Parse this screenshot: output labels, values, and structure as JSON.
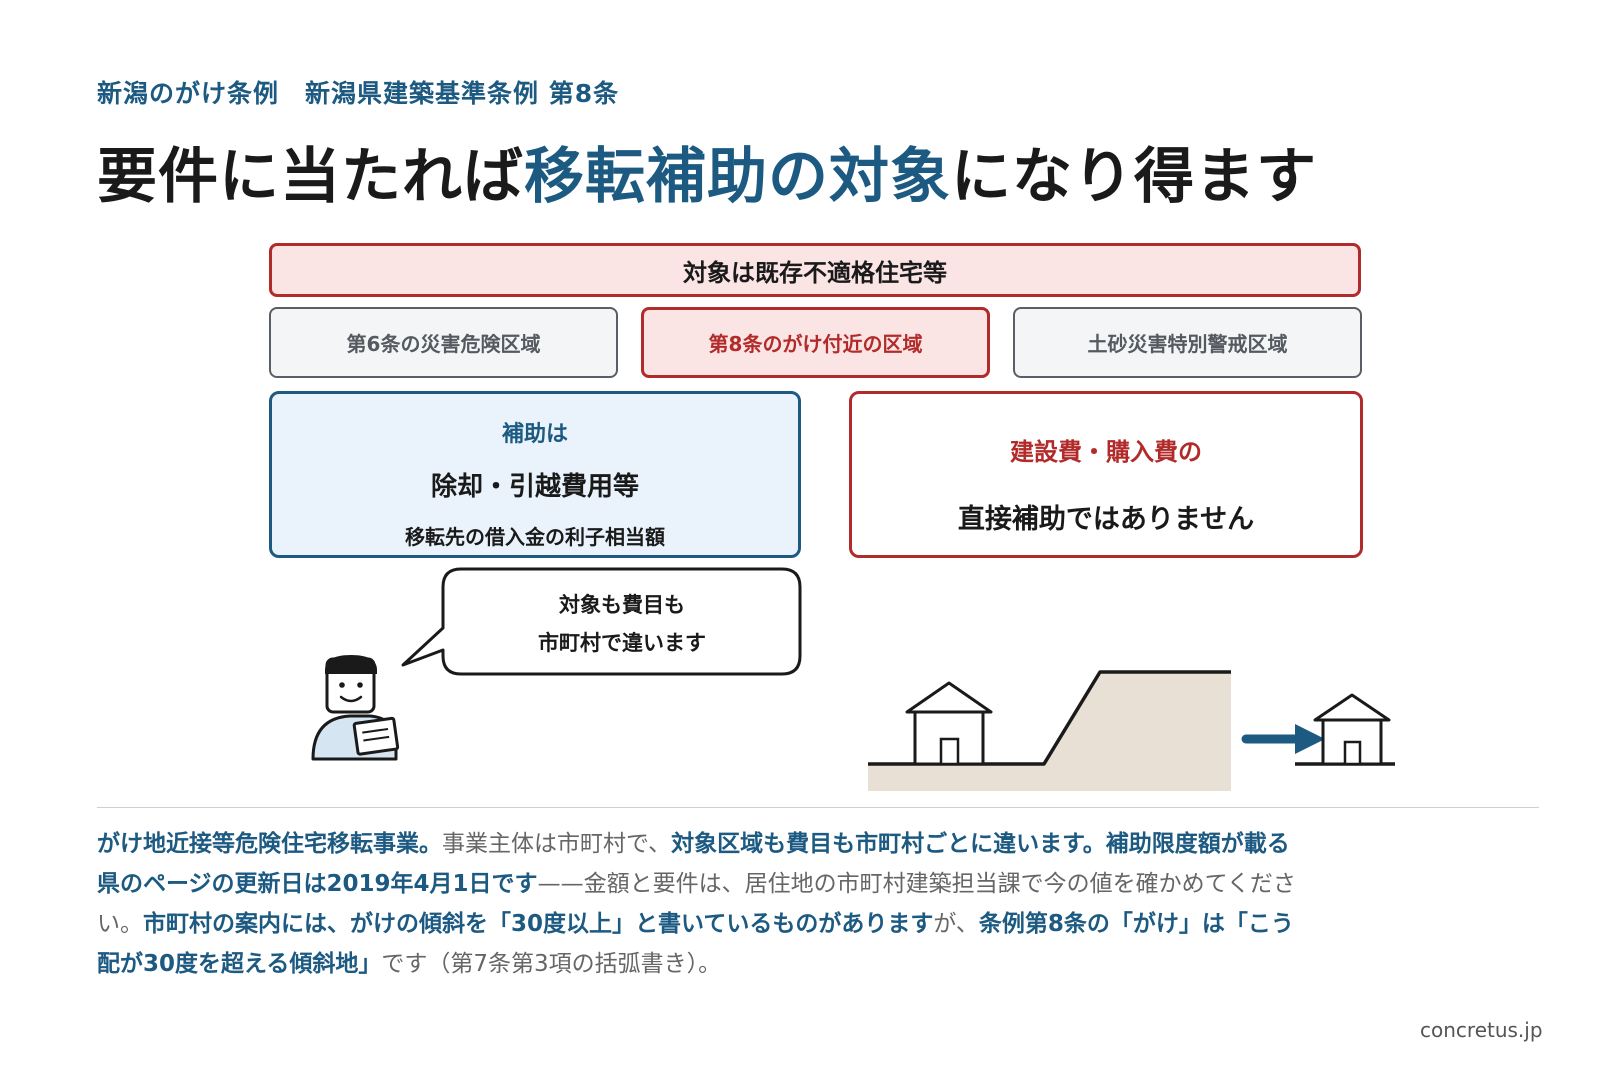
{
  "header": {
    "kicker": "新潟のがけ条例　新潟県建築基準条例 第8条",
    "headline_pre": "要件に当たれば",
    "headline_accent": "移転補助の対象",
    "headline_post": "になり得ます"
  },
  "diagram": {
    "target_label": "対象は既存不適格住宅等",
    "zones": [
      "第6条の災害危険区域",
      "第8条のがけ付近の区域",
      "土砂災害特別警戒区域"
    ],
    "subsidy": {
      "title": "補助は",
      "main": "除却・引越費用等",
      "sub": "移転先の借入金の利子相当額"
    },
    "no_direct": {
      "title": "建設費・購入費の",
      "main": "直接補助ではありません"
    },
    "speech_bubble": {
      "line1": "対象も費目も",
      "line2": "市町村で違います"
    }
  },
  "body": {
    "p1_em": "がけ地近接等危険住宅移転事業。",
    "p2": "事業主体は市町村で、",
    "p3_em": "対象区域も費目も市町村ごとに違います。補助限度額が載る県のページの更新日は2019年4月1日です",
    "p4": "——金額と要件は、居住地の市町村建築担当課で今の値を確かめてください。",
    "p5_em": "市町村の案内には、がけの傾斜を「30度以上」と書いているものがあります",
    "p6": "が、",
    "p7_em": "条例第8条の「がけ」は「こう配が30度を超える傾斜地」",
    "p8": "です（第7条第3項の括弧書き）。"
  },
  "footer": {
    "source": "concretus.jp"
  },
  "colors": {
    "accent_blue": "#1d5a82",
    "accent_red": "#b22b2b",
    "red_fill": "#fbe4e4",
    "blue_fill": "#eaf3fc",
    "ground": "#e8e0d4"
  },
  "icons": [
    "person-reading-icon",
    "house-icon",
    "slope-icon",
    "arrow-right-icon",
    "relocated-house-icon"
  ]
}
